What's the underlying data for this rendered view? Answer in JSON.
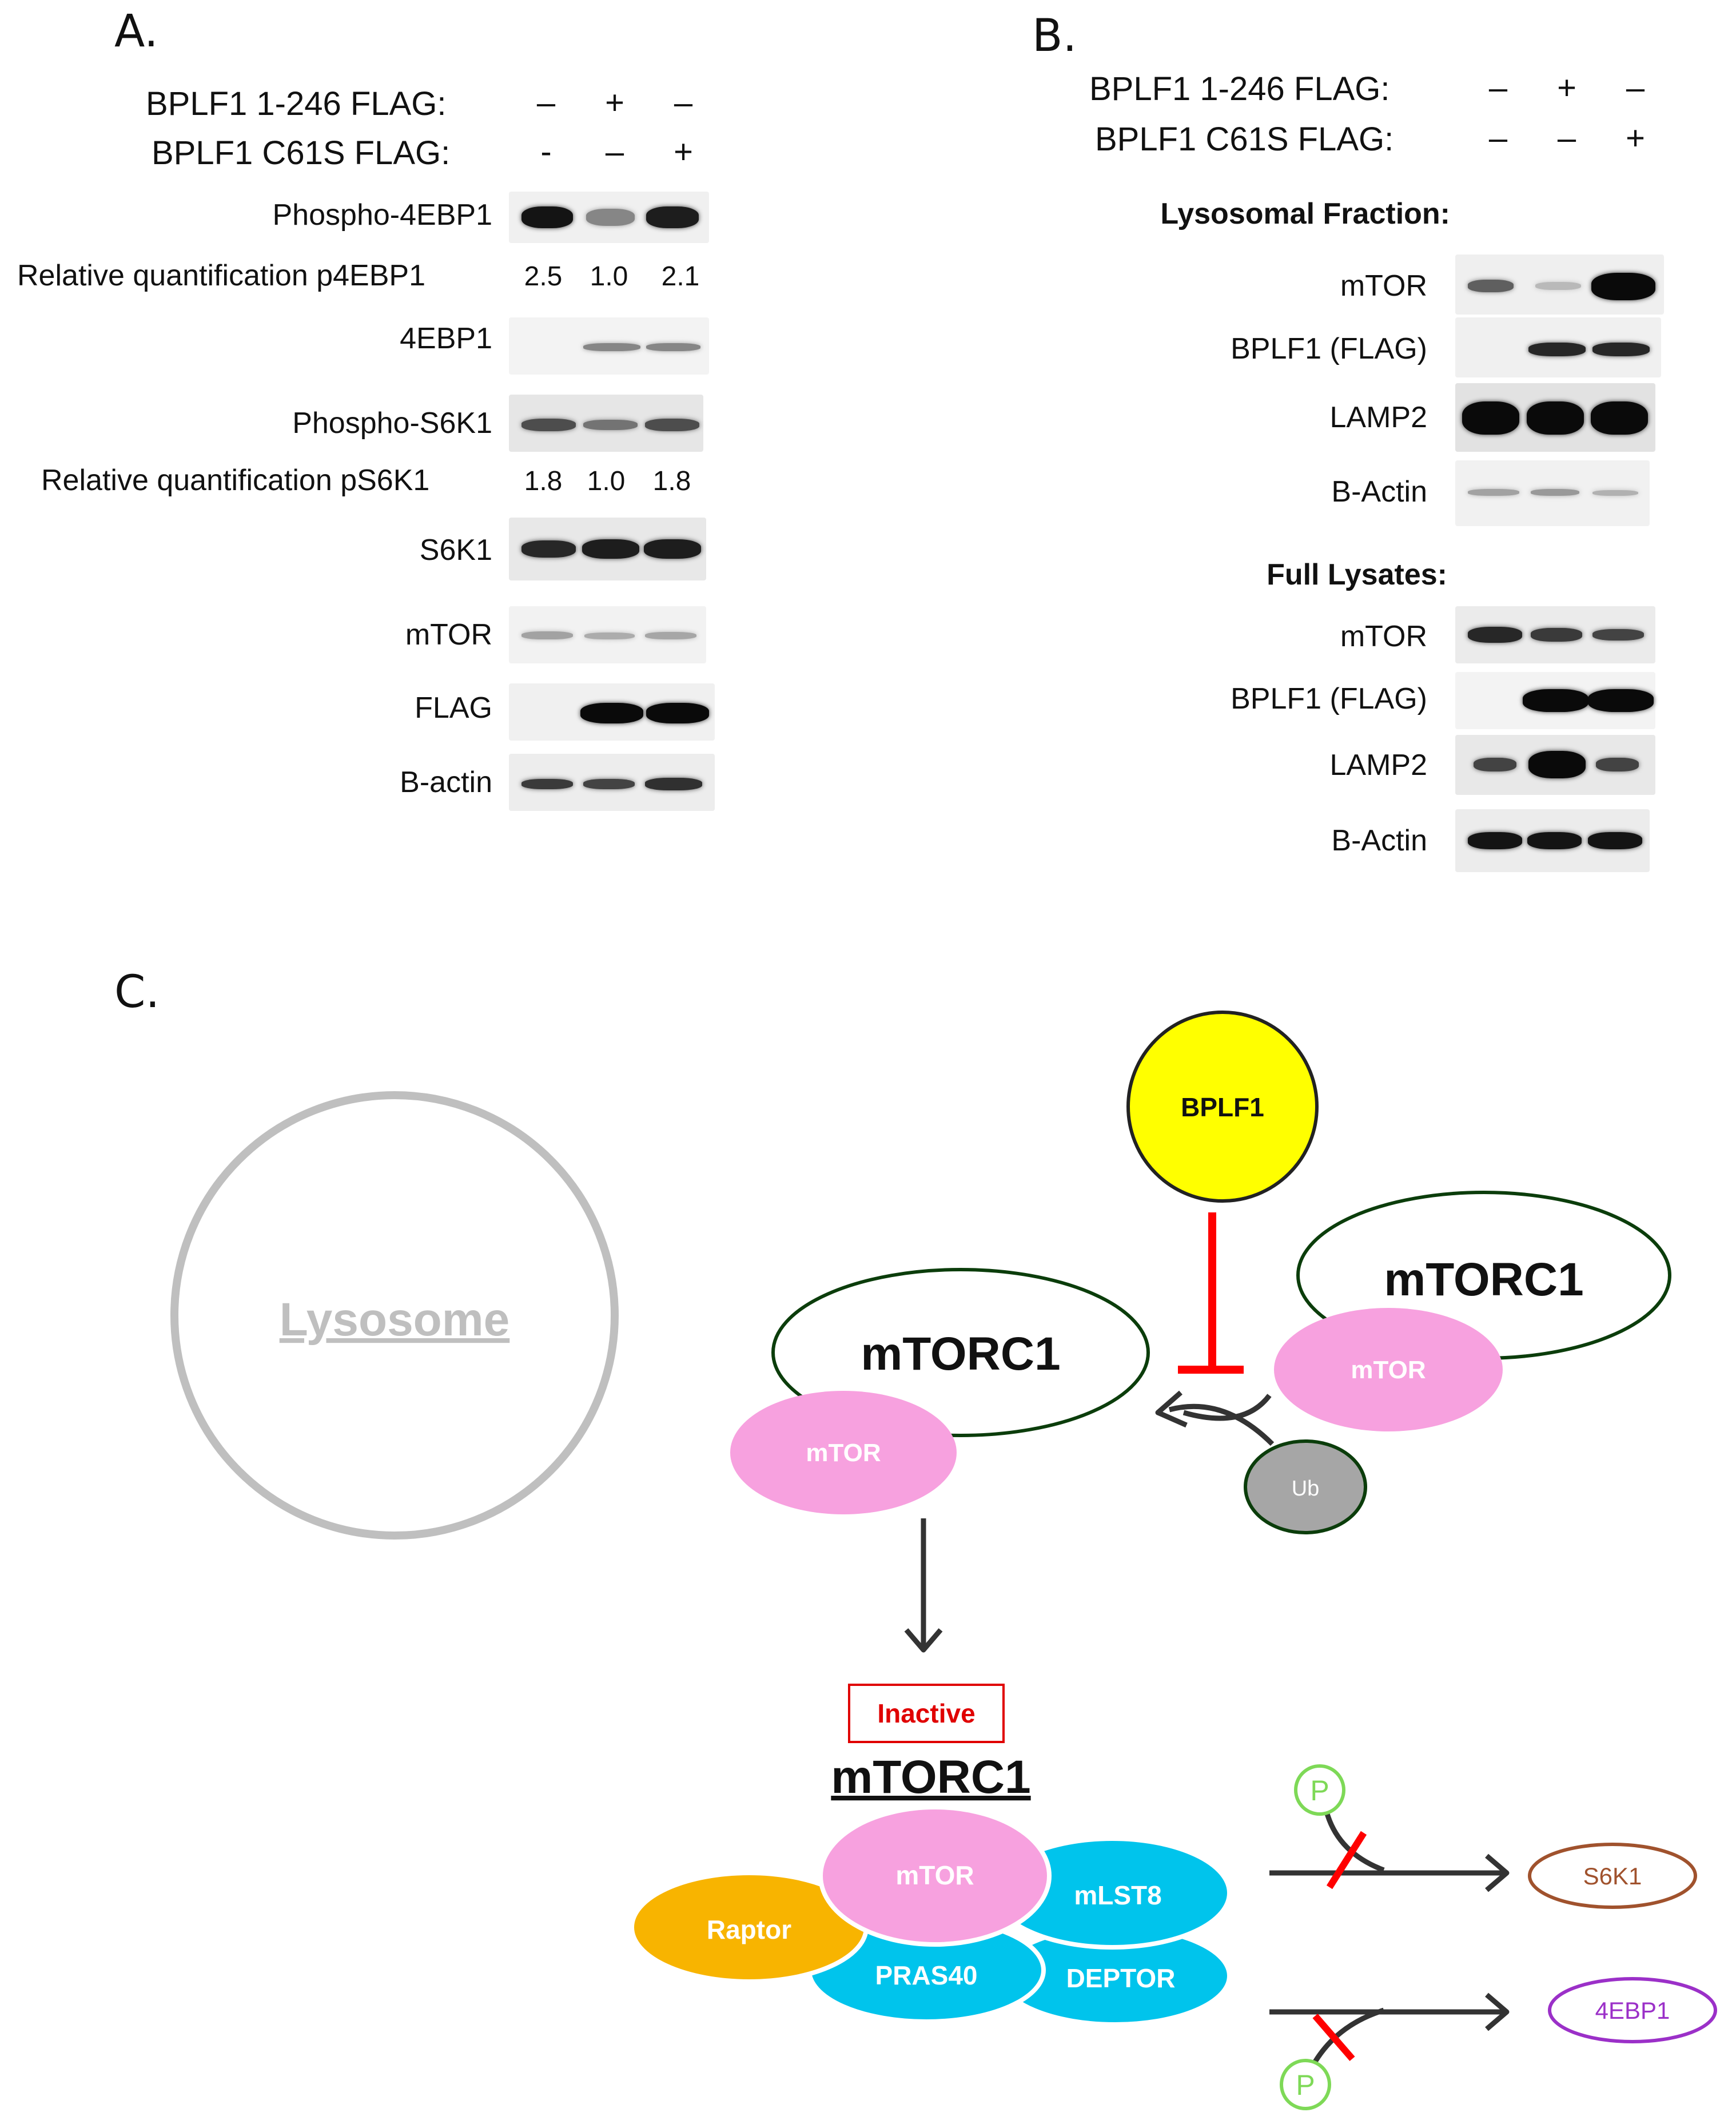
{
  "panel_a": {
    "letter": "A.",
    "conditions": [
      {
        "label": "BPLF1 1-246 FLAG:",
        "signs": [
          "–",
          "+",
          "–"
        ]
      },
      {
        "label": "BPLF1 C61S FLAG:",
        "signs": [
          "-",
          "–",
          "+"
        ]
      }
    ],
    "rows": [
      {
        "label": "Phospho-4EBP1",
        "intensity": [
          0.95,
          0.35,
          0.9
        ]
      },
      {
        "label": "4EBP1",
        "intensity": [
          0.0,
          0.35,
          0.35
        ]
      },
      {
        "label": "Phospho-S6K1",
        "intensity": [
          0.65,
          0.45,
          0.65
        ]
      },
      {
        "label": "S6K1",
        "intensity": [
          0.85,
          0.9,
          0.9
        ]
      },
      {
        "label": "mTOR",
        "intensity": [
          0.2,
          0.15,
          0.18
        ]
      },
      {
        "label": "FLAG",
        "intensity": [
          0.0,
          1.0,
          1.0
        ]
      },
      {
        "label": "B-actin",
        "intensity": [
          0.75,
          0.7,
          0.8
        ]
      }
    ],
    "quant_p4ebp1": {
      "label": "Relative quantification p4EBP1",
      "values": [
        "2.5",
        "1.0",
        "2.1"
      ]
    },
    "quant_ps6k1": {
      "label": "Relative quantification pS6K1",
      "values": [
        "1.8",
        "1.0",
        "1.8"
      ]
    }
  },
  "panel_b": {
    "letter": "B.",
    "conditions": [
      {
        "label": "BPLF1 1-246 FLAG:",
        "signs": [
          "–",
          "+",
          "–"
        ]
      },
      {
        "label": "BPLF1 C61S FLAG:",
        "signs": [
          "–",
          "–",
          "+"
        ]
      }
    ],
    "lysosomal_title": "Lysosomal Fraction:",
    "lysosomal_rows": [
      {
        "label": "mTOR",
        "intensity": [
          0.55,
          0.08,
          1.0
        ]
      },
      {
        "label": "BPLF1 (FLAG)",
        "intensity": [
          0.0,
          0.85,
          0.85
        ]
      },
      {
        "label": "LAMP2",
        "intensity": [
          1.0,
          1.0,
          1.0
        ]
      },
      {
        "label": "B-Actin",
        "intensity": [
          0.2,
          0.25,
          0.12
        ]
      }
    ],
    "full_title": "Full Lysates:",
    "full_rows": [
      {
        "label": "mTOR",
        "intensity": [
          0.85,
          0.75,
          0.7
        ]
      },
      {
        "label": "BPLF1 (FLAG)",
        "intensity": [
          0.0,
          1.0,
          1.0
        ]
      },
      {
        "label": "LAMP2",
        "intensity": [
          0.7,
          1.0,
          0.7
        ]
      },
      {
        "label": "B-Actin",
        "intensity": [
          0.95,
          0.95,
          0.95
        ]
      }
    ]
  },
  "panel_c": {
    "letter": "C.",
    "lysosome": "Lysosome",
    "bplf1": "BPLF1",
    "mtorc1": "mTORC1",
    "mtor": "mTOR",
    "ub": "Ub",
    "inactive": "Inactive",
    "subunits": {
      "raptor": "Raptor",
      "mlst8": "mLST8",
      "pras40": "PRAS40",
      "deptor": "DEPTOR"
    },
    "phospho": "P",
    "target_s6k1": "S6K1",
    "target_4ebp1": "4EBP1",
    "colors": {
      "bplf1": "#FFFF00",
      "mtor": "#F7A1DF",
      "ub": "#A6A6A6",
      "subunit": "#00C4EC",
      "raptor": "#F8B400",
      "inhibit": "#FF0000",
      "phospho": "#7ED957",
      "s6k1": "#A0522D",
      "4ebp1": "#9B30C8",
      "complex_outline": "#0B3D0B",
      "lysosome": "#BFBFBF"
    }
  }
}
